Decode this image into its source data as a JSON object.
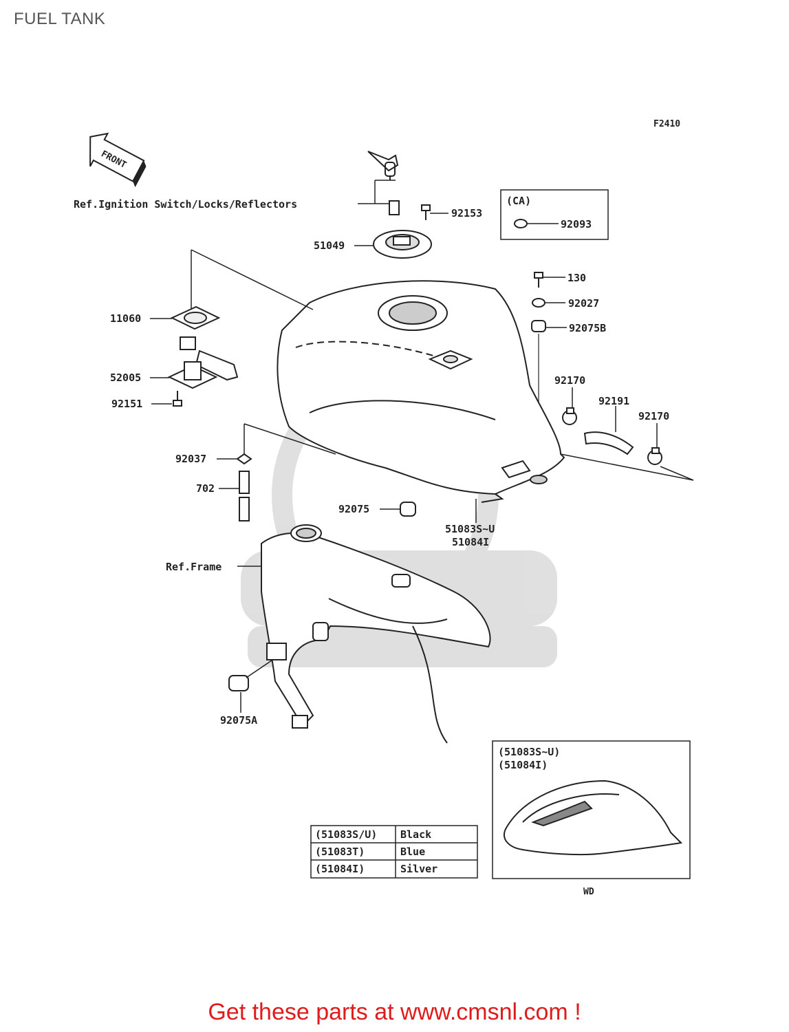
{
  "page": {
    "title": "FUEL TANK",
    "figure_code": "F2410",
    "promo_text": "Get these parts at www.cmsnl.com !"
  },
  "diagram": {
    "front_arrow": "FRONT",
    "references": {
      "ignition": "Ref.Ignition Switch/Locks/Reflectors",
      "frame": "Ref.Frame"
    },
    "callouts": {
      "p92153": "92153",
      "p51049": "51049",
      "p92093": "92093",
      "ca": "(CA)",
      "p130": "130",
      "p92027": "92027",
      "p92075B": "92075B",
      "p11060": "11060",
      "p52005": "52005",
      "p92151": "92151",
      "p92170a": "92170",
      "p92191": "92191",
      "p92170b": "92170",
      "p92037": "92037",
      "p702": "702",
      "p92075": "92075",
      "p51083": "51083S~U",
      "p51084": "51084I",
      "p92075A": "92075A"
    },
    "inset": {
      "line1": "(51083S~U)",
      "line2": "(51084I)",
      "brand": "WD"
    },
    "color_table": [
      {
        "code": "(51083S/U)",
        "color": "Black"
      },
      {
        "code": "(51083T)",
        "color": "Blue"
      },
      {
        "code": "(51084I)",
        "color": "Silver"
      }
    ]
  }
}
